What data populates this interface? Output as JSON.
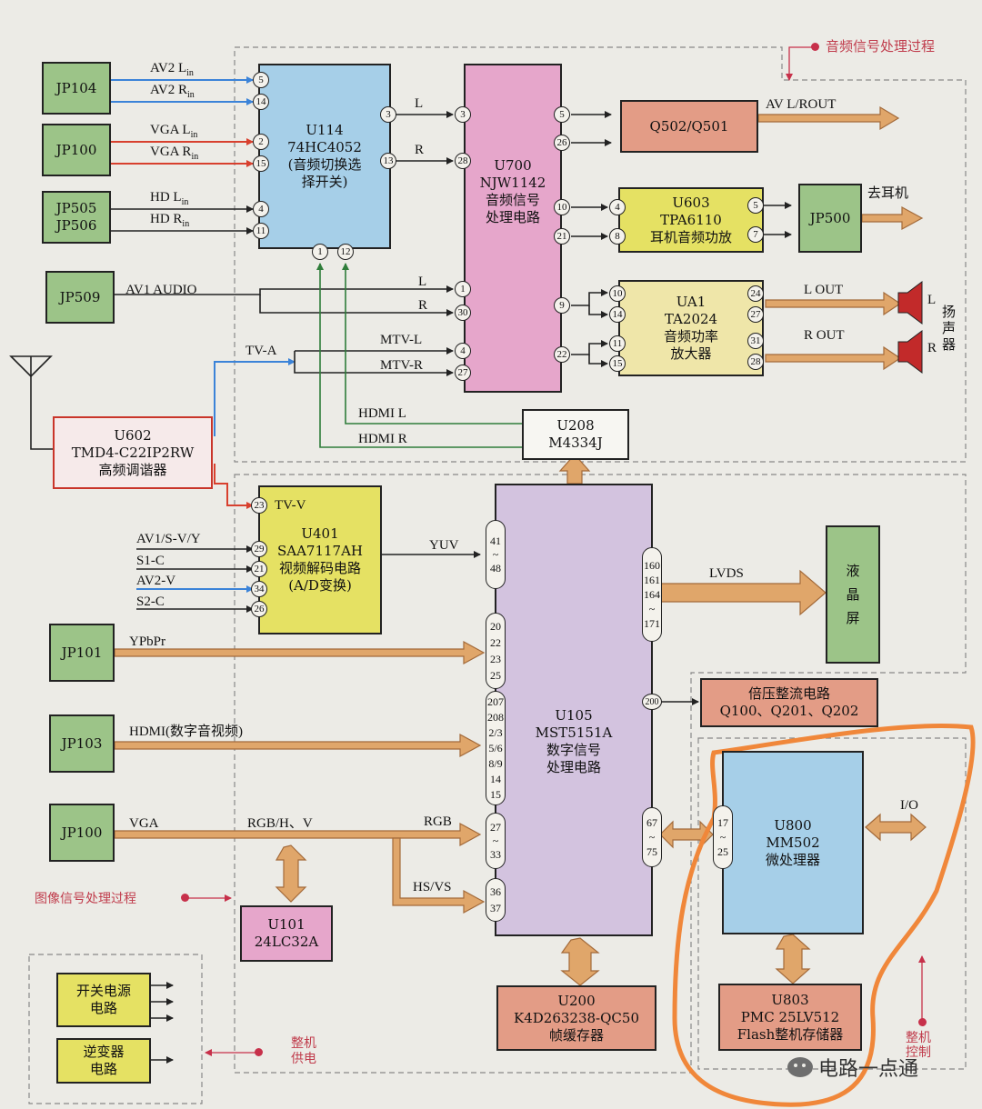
{
  "sections": {
    "audio": "音频信号处理过程",
    "image": "图像信号处理过程",
    "power": "整机\n供电",
    "control": "整机\n控制"
  },
  "connectors": {
    "jp104": "JP104",
    "jp100_top": "JP100",
    "jp505_506": "JP505\nJP506",
    "jp509": "JP509",
    "jp101": "JP101",
    "jp103": "JP103",
    "jp100_bottom": "JP100",
    "jp500": "JP500"
  },
  "chips": {
    "u114": "U114\n74HC4052\n(音频切换选\n择开关)",
    "u700": "U700\nNJW1142\n音频信号\n处理电路",
    "q502": "Q502/Q501",
    "u603": "U603\nTPA6110\n耳机音频功放",
    "ua1": "UA1\nTA2024\n音频功率\n放大器",
    "u208": "U208\nM4334J",
    "u602": "U602\nTMD4-C22IP2RW\n高频调谐器",
    "u401": "U401\nSAA7117AH\n视频解码电路\n(A/D变换)",
    "u105": "U105\nMST5151A\n数字信号\n处理电路",
    "lcd": "液\n\n晶\n\n屏",
    "rectifier": "倍压整流电路\nQ100、Q201、Q202",
    "u800": "U800\nMM502\n微处理器",
    "u803": "U803\nPMC 25LV512\nFlash整机存储器",
    "u101": "U101\n24LC32A",
    "u200": "U200\nK4D263238-QC50\n帧缓存器",
    "psu": "开关电源\n电路",
    "inverter": "逆变器\n电路"
  },
  "signals": {
    "av2l": "AV2 L",
    "av2r": "AV2 R",
    "vgal": "VGA L",
    "vgar": "VGA R",
    "hdl": "HD L",
    "hdr": "HD R",
    "sub_in": "in",
    "u114_l": "L",
    "u114_r": "R",
    "av1_audio": "AV1 AUDIO",
    "av1_l": "L",
    "av1_r": "R",
    "tva": "TV-A",
    "mtvl": "MTV-L",
    "mtvr": "MTV-R",
    "hdmil": "HDMI L",
    "hdmir": "HDMI R",
    "avlrout": "AV L/ROUT",
    "earphone": "去耳机",
    "lout": "L OUT",
    "rout": "R OUT",
    "spk_l": "L",
    "spk_r": "R",
    "speaker": "扬\n声\n器",
    "tvv": "TV-V",
    "av1sv": "AV1/S-V/Y",
    "s1c": "S1-C",
    "av2v": "AV2-V",
    "s2c": "S2-C",
    "yuv": "YUV",
    "lvds": "LVDS",
    "ypbpr": "YPbPr",
    "hdmi_av": "HDMI(数字音视频)",
    "vga": "VGA",
    "rgbhv": "RGB/H、V",
    "rgb": "RGB",
    "hsvs": "HS/VS",
    "io": "I/O"
  },
  "pins": {
    "u114": {
      "p5": "5",
      "p14": "14",
      "p2": "2",
      "p15": "15",
      "p4": "4",
      "p11": "11",
      "p3": "3",
      "p13": "13",
      "p1": "1",
      "p12": "12"
    },
    "u700": {
      "p3": "3",
      "p28": "28",
      "p1": "1",
      "p30": "30",
      "p4": "4",
      "p27": "27",
      "p5": "5",
      "p26": "26",
      "p10": "10",
      "p21": "21",
      "p9": "9",
      "p22": "22"
    },
    "u603": {
      "p4": "4",
      "p8": "8",
      "p5": "5",
      "p7": "7"
    },
    "ua1": {
      "p10": "10",
      "p14": "14",
      "p11": "11",
      "p15": "15",
      "p24": "24",
      "p27": "27",
      "p31": "31",
      "p28": "28"
    },
    "u401": {
      "p23": "23",
      "p29": "29",
      "p21": "21",
      "p34": "34",
      "p26": "26"
    },
    "u105": {
      "g41": "41\n~\n48",
      "g20": "20\n22\n23\n25",
      "g207": "207\n208\n2/3\n5/6\n8/9\n14\n15",
      "g27": "27\n~\n33",
      "g36": "36\n37",
      "g160": "160\n161\n164\n~\n171",
      "p200": "200",
      "g67": "67\n~\n75"
    },
    "u800": {
      "g17": "17\n~\n25"
    }
  },
  "watermark": "电路一点通",
  "colors": {
    "blue_wire": "#3b83d8",
    "red_wire": "#d8402e",
    "orange_arrow": "#e0a66a",
    "highlight": "#f0873a",
    "dashed": "#888888",
    "green_wire": "#2f7d3a"
  }
}
